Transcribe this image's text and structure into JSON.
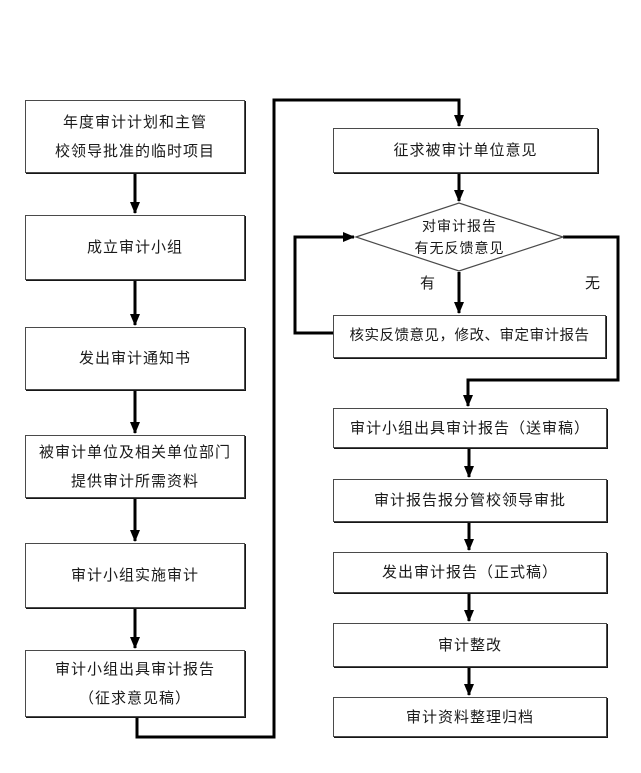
{
  "flowchart": {
    "nodes": {
      "annual_plan": {
        "label": "年度审计计划和主管\n校领导批准的临时项目"
      },
      "form_team": {
        "label": "成立审计小组"
      },
      "issue_notice": {
        "label": "发出审计通知书"
      },
      "provide_materials": {
        "label": "被审计单位及相关单位部门\n提供审计所需资料"
      },
      "implement_audit": {
        "label": "审计小组实施审计"
      },
      "draft_report": {
        "label": "审计小组出具审计报告\n（征求意见稿）"
      },
      "solicit_opinions": {
        "label": "征求被审计单位意见"
      },
      "feedback_decision": {
        "label": "对审计报告\n有无反馈意见"
      },
      "verify_feedback": {
        "label": "核实反馈意见，修改、审定审计报告"
      },
      "submit_report": {
        "label": "审计小组出具审计报告（送审稿）"
      },
      "leader_approval": {
        "label": "审计报告报分管校领导审批"
      },
      "issue_final": {
        "label": "发出审计报告（正式稿）"
      },
      "rectification": {
        "label": "审计整改"
      },
      "archive": {
        "label": "审计资料整理归档"
      }
    },
    "branch_labels": {
      "yes": "有",
      "no": "无"
    },
    "colors": {
      "line": "#000000",
      "box_border": "#4a4a4a",
      "background": "#ffffff",
      "text": "#1a1a1a"
    }
  }
}
